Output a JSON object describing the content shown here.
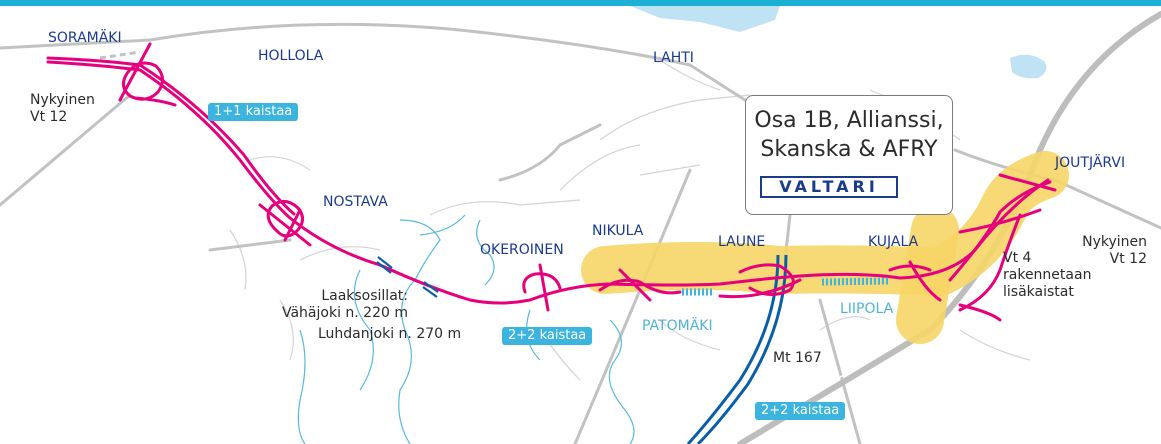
{
  "map": {
    "colors": {
      "top_band": "#1bb0d4",
      "water": "#bfe3f5",
      "minor_road": "#cfcfcf",
      "main_road": "#bdbdbd",
      "river": "#58b9dc",
      "new_road": "#e6007e",
      "highlight": "#f6d566",
      "state_road": "#0a5ea8",
      "label": "#1a3a8c"
    },
    "labels": {
      "soramaki": "SORAMÄKI",
      "hollola": "HOLLOLA",
      "lahti": "LAHTI",
      "joutjarvi": "JOUTJÄRVI",
      "nostava": "NOSTAVA",
      "nikula": "NIKULA",
      "okeroinen": "OKEROINEN",
      "laune": "LAUNE",
      "kujala": "KUJALA",
      "patomaki": "PATOMÄKI",
      "liipola": "LIIPOLA",
      "mt167": "Mt 167",
      "nykyinen_vt12_west": "Nykyinen\nVt 12",
      "nykyinen_vt12_east": "Nykyinen\nVt 12",
      "vt4_lisakaistat": "Vt 4\nrakennetaan\nlisäkaistat",
      "laaksosillat": "Laaksosillat:\nVähäjoki n. 220 m",
      "luhdanjoki": "Luhdanjoki n. 270 m"
    },
    "badges": {
      "lane_1plus1": "1+1 kaistaa",
      "lane_2plus2_west": "2+2 kaistaa",
      "lane_2plus2_south": "2+2 kaistaa"
    },
    "callout": {
      "title": "Osa 1B, Allianssi,\nSkanska & AFRY",
      "logo_text": "VALTARI"
    }
  }
}
